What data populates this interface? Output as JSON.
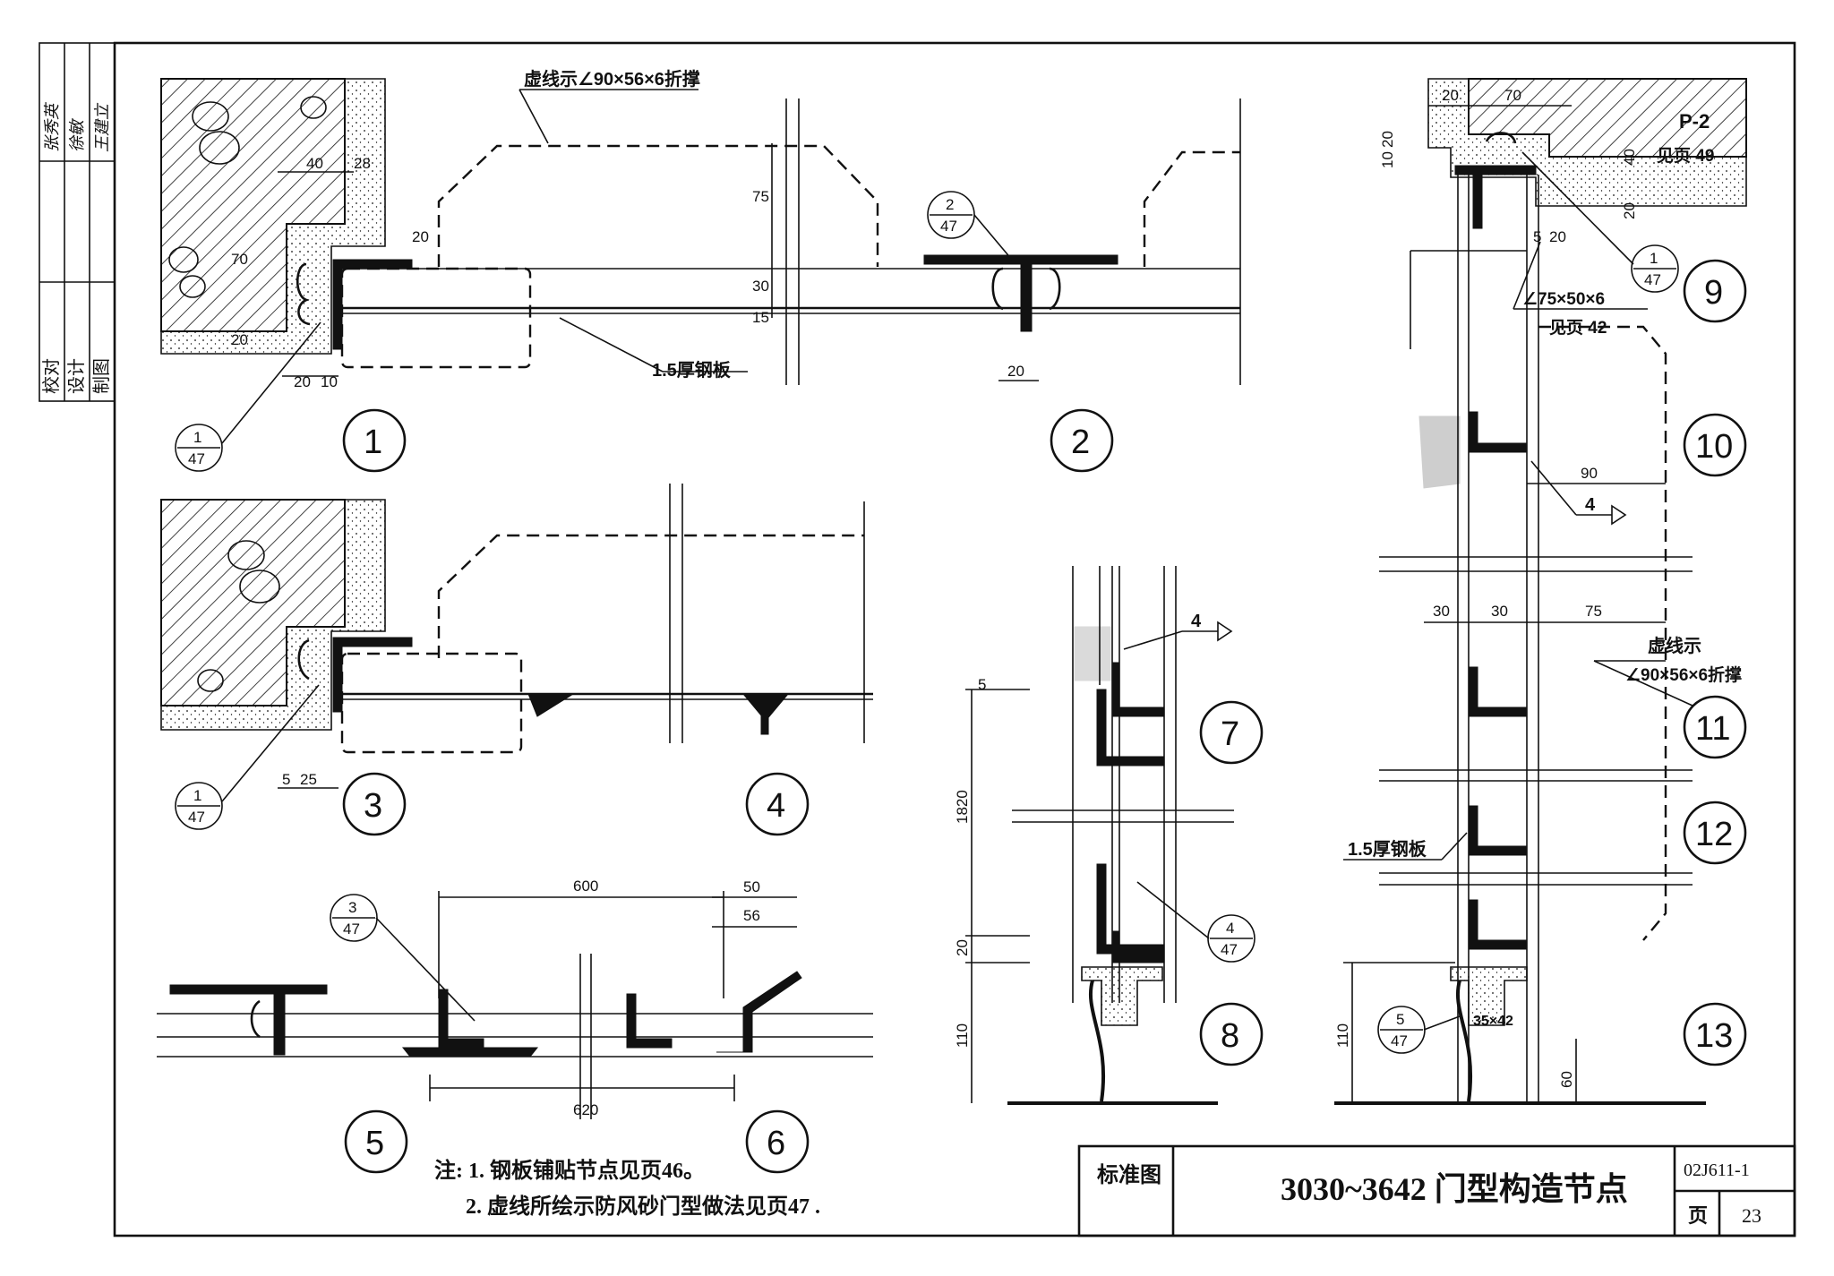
{
  "drawing": {
    "title": "3030~3642 门型构造节点",
    "standard_label": "标准图",
    "atlas_code": "02J611-1",
    "page_label": "页",
    "page_number": "23"
  },
  "sign_column": {
    "roles": [
      "校对",
      "设计",
      "制图"
    ],
    "names": [
      "张秀英",
      "徐敏",
      "王建立"
    ]
  },
  "node_labels": [
    "1",
    "2",
    "3",
    "4",
    "5",
    "6",
    "7",
    "8",
    "9",
    "10",
    "11",
    "12",
    "13"
  ],
  "annotations": {
    "brace_dashed_top": "虚线示∠90×56×6折撑",
    "steel_plate": "1.5厚钢板",
    "steel_plate_right": "1.5厚钢板",
    "angle_75": "∠75×50×6",
    "see_page_42": "见页 42",
    "p2": "P-2",
    "see_page_49": "见页 49",
    "dashed_brace_right_1": "虚线示",
    "dashed_brace_right_2": "∠90×56×6折撑",
    "weld_4a": "4",
    "weld_4b": "4",
    "section_35x42": "35×42"
  },
  "detail_refs": [
    {
      "num": "1",
      "page": "47"
    },
    {
      "num": "2",
      "page": "47"
    },
    {
      "num": "1",
      "page": "47"
    },
    {
      "num": "3",
      "page": "47"
    },
    {
      "num": "4",
      "page": "47"
    },
    {
      "num": "1",
      "page": "47"
    },
    {
      "num": "5",
      "page": "47"
    }
  ],
  "dimensions": {
    "d1": [
      "40",
      "28",
      "20",
      "70",
      "20",
      "20",
      "10"
    ],
    "d2": [
      "75",
      "30",
      "15",
      "20"
    ],
    "d3": [
      "5",
      "25"
    ],
    "d56": [
      "600",
      "50",
      "56",
      "620"
    ],
    "d78": [
      "5",
      "1820",
      "20",
      "110"
    ],
    "d9_13": [
      "20",
      "70",
      "10",
      "20",
      "40",
      "20",
      "5",
      "20",
      "90",
      "30",
      "30",
      "75",
      "110",
      "60"
    ]
  },
  "notes": {
    "line1": "注: 1. 钢板铺贴节点见页46。",
    "line2": "2. 虚线所绘示防风砂门型做法见页47 ."
  }
}
